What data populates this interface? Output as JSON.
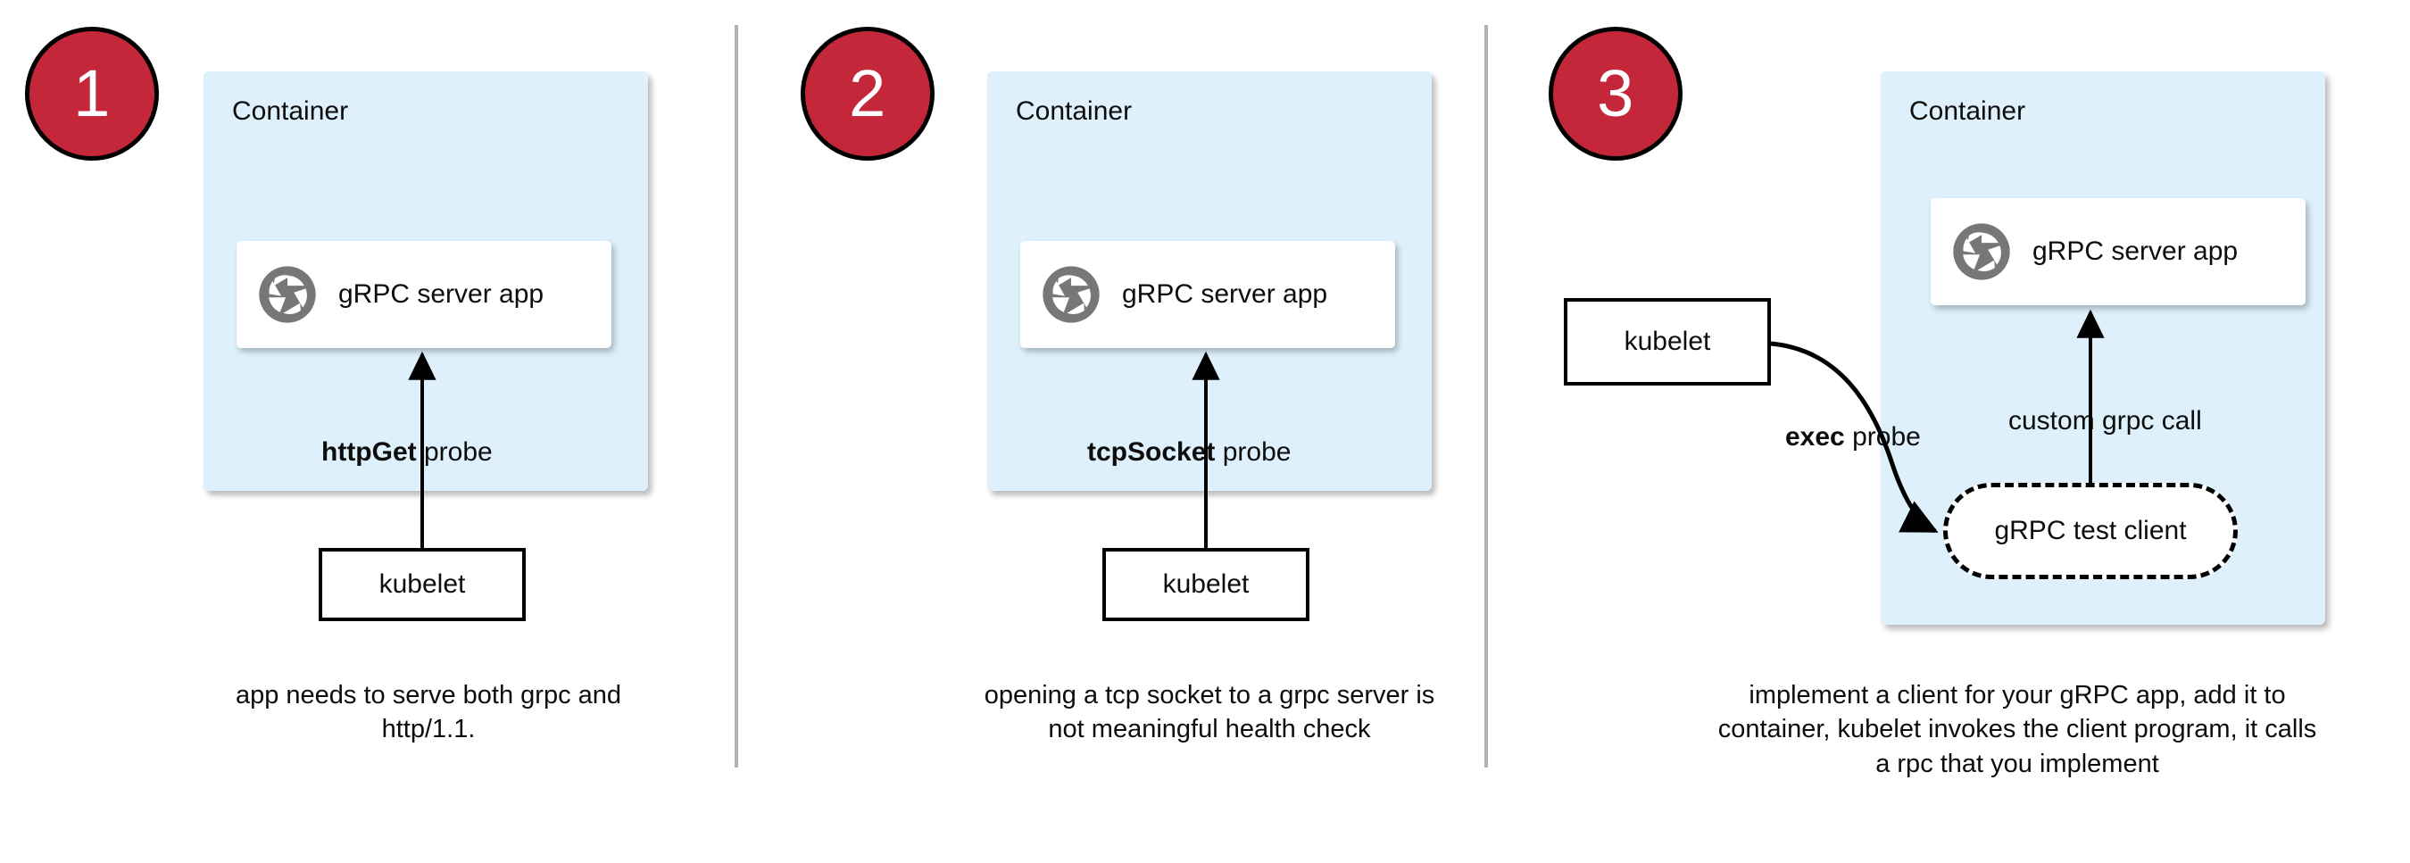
{
  "diagram": {
    "title": "gRPC health check probe approaches",
    "colors": {
      "badge_red": "#c4273a",
      "container_blue": "#ddf0fb",
      "divider_gray": "#b3b3b3",
      "icon_gray": "#777777",
      "stroke_black": "#000000",
      "card_white": "#ffffff"
    },
    "panels": [
      {
        "badge": "1",
        "container_label": "Container",
        "app_card": {
          "icon": "grpc-aperture-icon",
          "label": "gRPC server app"
        },
        "probe": {
          "strong": "httpGet",
          "rest": " probe"
        },
        "kubelet_label": "kubelet",
        "caption": "app needs to serve both grpc and http/1.1."
      },
      {
        "badge": "2",
        "container_label": "Container",
        "app_card": {
          "icon": "grpc-aperture-icon",
          "label": "gRPC server app"
        },
        "probe": {
          "strong": "tcpSocket",
          "rest": " probe"
        },
        "kubelet_label": "kubelet",
        "caption": "opening a tcp socket to a grpc server is not meaningful health check"
      },
      {
        "badge": "3",
        "container_label": "Container",
        "app_card": {
          "icon": "grpc-aperture-icon",
          "label": "gRPC server app"
        },
        "probe": {
          "strong": "exec",
          "rest": " probe"
        },
        "kubelet_label": "kubelet",
        "test_client_label": "gRPC test client",
        "grpc_call_label": "custom grpc call",
        "caption": "implement a client for your gRPC app, add it to container, kubelet invokes the client program, it calls a rpc that you implement"
      }
    ]
  }
}
